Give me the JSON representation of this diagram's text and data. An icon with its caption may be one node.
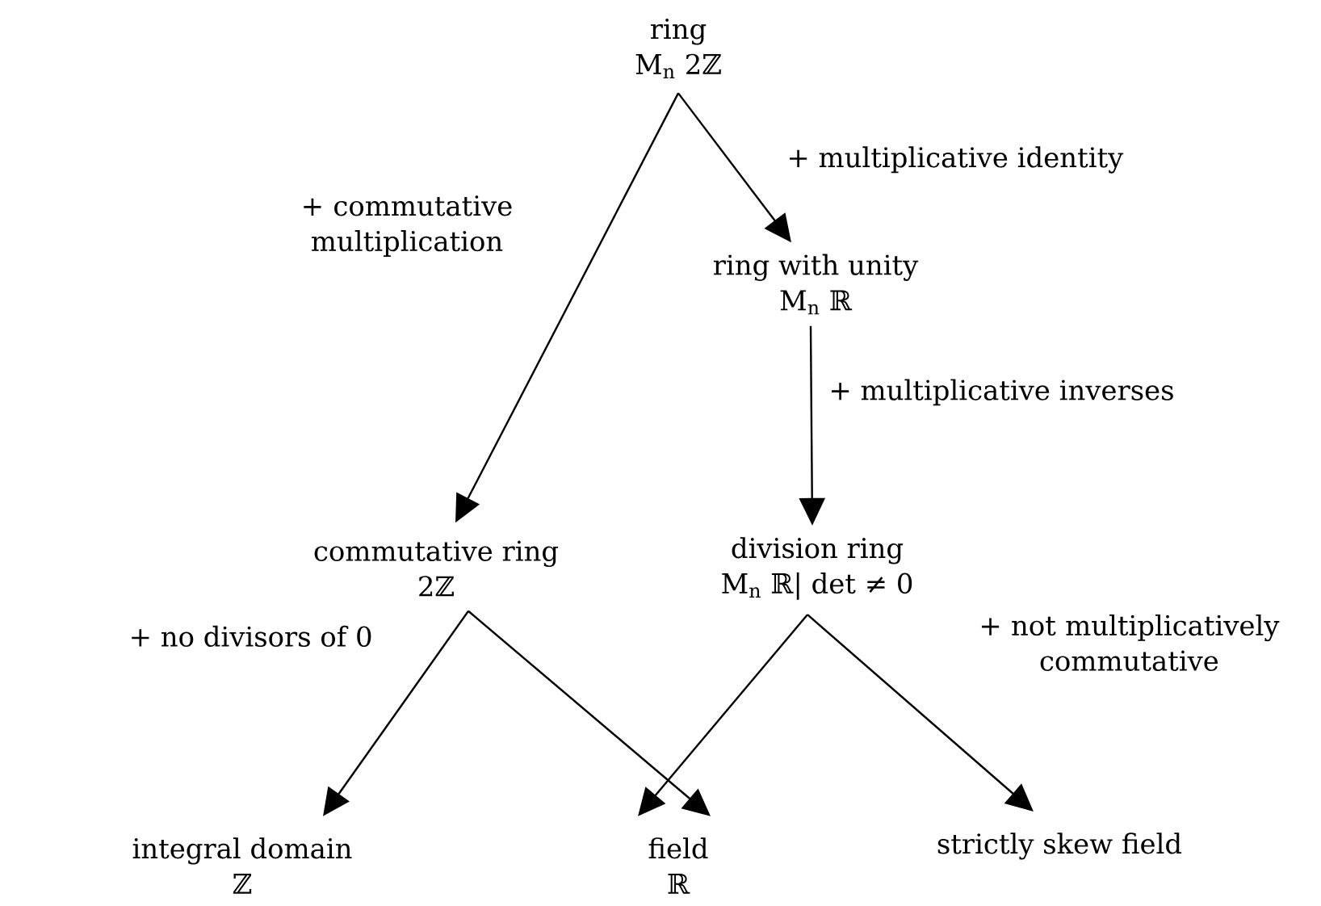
{
  "diagram": {
    "nodes": [
      {
        "text": [
          "ring",
          "M$_{n}$ 2ℤ"
        ]
      },
      {
        "text": [
          "ring with unity",
          "M$_{n}$ ℝ"
        ]
      },
      {
        "text": [
          "commutative ring",
          "2ℤ"
        ]
      },
      {
        "text": [
          "division ring",
          "M$_{n}$ ℝ| det ≠ 0"
        ]
      },
      {
        "text": [
          "integral domain",
          "ℤ"
        ]
      },
      {
        "text": [
          "field",
          "ℝ"
        ]
      },
      {
        "text": [
          "strictly skew field"
        ]
      }
    ],
    "edges": [
      {
        "from": 0,
        "to": 2,
        "arrow": "to",
        "label": "+ commutative multiplication"
      },
      {
        "from": 0,
        "to": 1,
        "arrow": "to",
        "label": "+ multiplicative identity"
      },
      {
        "from": 1,
        "to": 3,
        "arrow": "to",
        "label": "+ multiplicative inverses"
      },
      {
        "from": 2,
        "to": 4,
        "arrow": "to",
        "label": "+ no divisors of 0"
      },
      {
        "from": 2,
        "to": 5,
        "arrow": "to"
      },
      {
        "from": 3,
        "to": 5,
        "arrow": "to"
      },
      {
        "from": 3,
        "to": 6,
        "arrow": "to",
        "label": "+ not multiplicatively commutative"
      }
    ]
  }
}
